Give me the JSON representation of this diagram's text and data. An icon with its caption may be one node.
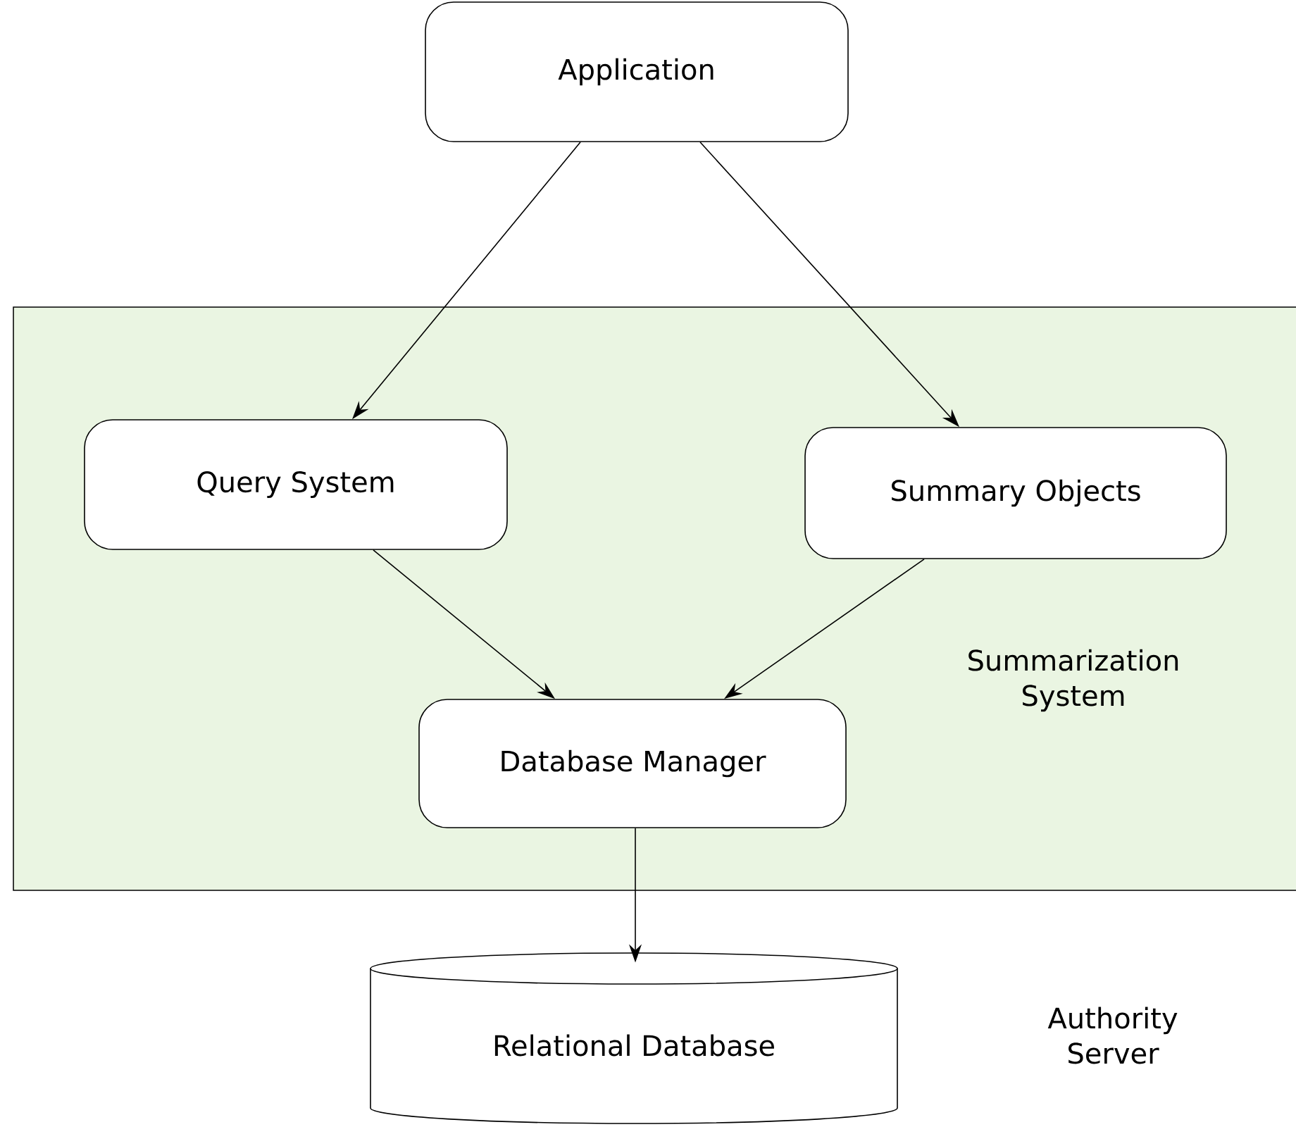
{
  "diagram": {
    "nodes": [
      {
        "text": [
          "Application"
        ]
      },
      {
        "text": [
          "Summarization System"
        ]
      },
      {
        "text": [
          "Query System"
        ],
        "in": 1
      },
      {
        "text": [
          "Summary Objects"
        ],
        "in": 1
      },
      {
        "text": [
          "Database Manager"
        ],
        "in": 1
      },
      {
        "text": [
          "Relational Database"
        ]
      }
    ],
    "edges": [
      {
        "from": 0,
        "to": 2,
        "arrow": "to"
      },
      {
        "from": 0,
        "to": 3,
        "arrow": "to"
      },
      {
        "from": 2,
        "to": 4,
        "arrow": "to"
      },
      {
        "from": 3,
        "to": 4,
        "arrow": "to"
      },
      {
        "from": 4,
        "to": 5,
        "arrow": "to"
      }
    ],
    "labels": [
      "Authority Server"
    ]
  }
}
